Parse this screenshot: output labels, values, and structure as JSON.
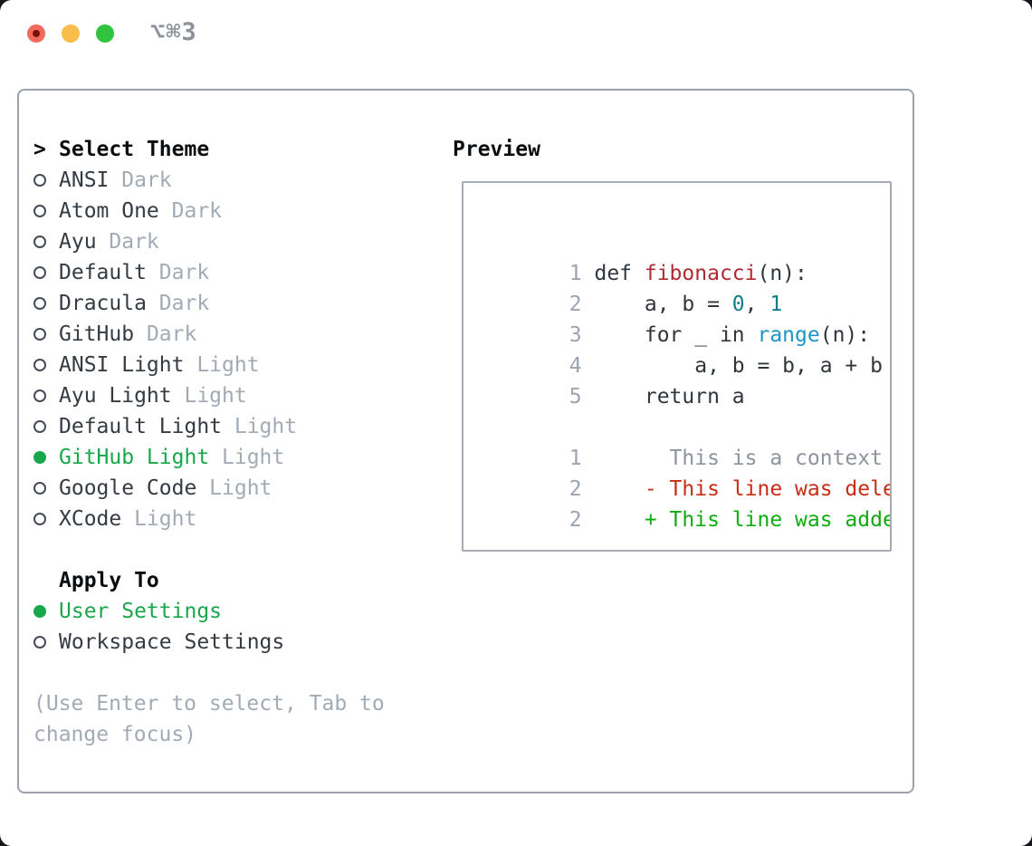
{
  "window": {
    "shortcut_label": "⌥⌘3",
    "traffic_lights": {
      "close_color": "#f2695d",
      "minimize_color": "#f8bd4b",
      "zoom_color": "#2fc340"
    }
  },
  "colors": {
    "selected_green": "#18a74b",
    "text_dark": "#343b43",
    "muted_gray": "#a2abb5",
    "panel_border": "#9aa2ad",
    "line_number": "#9ba4b0",
    "code_function": "#b02b31",
    "code_number": "#0d7e85",
    "code_builtin": "#1b95c6",
    "diff_context": "#8d949d",
    "diff_deleted": "#c92c16",
    "diff_added": "#10ab10"
  },
  "theme_picker": {
    "prompt_marker": ">",
    "prompt": "Select Theme",
    "items": [
      {
        "name": "ANSI",
        "variant": "Dark",
        "selected": false
      },
      {
        "name": "Atom One",
        "variant": "Dark",
        "selected": false
      },
      {
        "name": "Ayu",
        "variant": "Dark",
        "selected": false
      },
      {
        "name": "Default",
        "variant": "Dark",
        "selected": false
      },
      {
        "name": "Dracula",
        "variant": "Dark",
        "selected": false
      },
      {
        "name": "GitHub",
        "variant": "Dark",
        "selected": false
      },
      {
        "name": "ANSI Light",
        "variant": "Light",
        "selected": false
      },
      {
        "name": "Ayu Light",
        "variant": "Light",
        "selected": false
      },
      {
        "name": "Default Light",
        "variant": "Light",
        "selected": false
      },
      {
        "name": "GitHub Light",
        "variant": "Light",
        "selected": true
      },
      {
        "name": "Google Code",
        "variant": "Light",
        "selected": false
      },
      {
        "name": "XCode",
        "variant": "Light",
        "selected": false
      }
    ],
    "apply_to": {
      "label": "Apply To",
      "options": [
        {
          "name": "User Settings",
          "selected": true
        },
        {
          "name": "Workspace Settings",
          "selected": false
        }
      ]
    },
    "hint_line1": "(Use Enter to select, Tab to",
    "hint_line2": "change focus)"
  },
  "preview": {
    "title": "Preview",
    "code": [
      {
        "num": "1",
        "s0": "def ",
        "s1": "fibonacci",
        "s2": "(n):"
      },
      {
        "num": "2",
        "s0": "    a, b = ",
        "s1": "0",
        "s2": ", ",
        "s3": "1"
      },
      {
        "num": "3",
        "s0": "    for _ in ",
        "s1": "range",
        "s2": "(n):"
      },
      {
        "num": "4",
        "s0": "        a, b = b, a + b"
      },
      {
        "num": "5",
        "s0": "    return a"
      },
      {
        "num": "",
        "s0": ""
      },
      {
        "num": "1",
        "s0": "      This is a context line."
      },
      {
        "num": "2",
        "s0": "    - This line was deleted."
      },
      {
        "num": "2",
        "s0": "    + This line was added."
      }
    ]
  }
}
